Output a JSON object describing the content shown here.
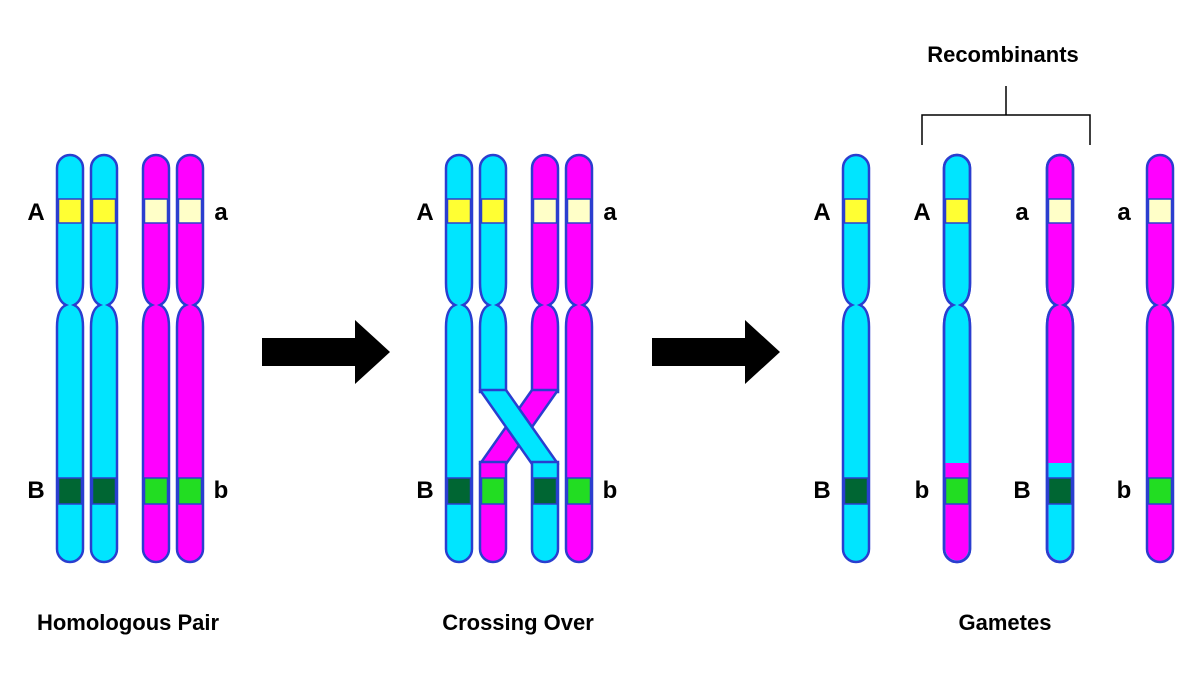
{
  "colors": {
    "maternal": "#00e5ff",
    "paternal": "#ff00ff",
    "outline": "#2a3ecf",
    "band_A": "#ffff33",
    "band_a": "#ffffc8",
    "band_B": "#006633",
    "band_b": "#22dd22",
    "arrow": "#000000"
  },
  "panels": {
    "homologous": {
      "caption": "Homologous Pair",
      "label_A": "A",
      "label_a": "a",
      "label_B": "B",
      "label_b": "b"
    },
    "crossing": {
      "caption": "Crossing Over",
      "label_A": "A",
      "label_a": "a",
      "label_B": "B",
      "label_b": "b"
    },
    "gametes": {
      "caption": "Gametes",
      "recombinants_label": "Recombinants",
      "g1": {
        "top": "A",
        "bottom": "B"
      },
      "g2": {
        "top": "A",
        "bottom": "b"
      },
      "g3": {
        "top": "a",
        "bottom": "B"
      },
      "g4": {
        "top": "a",
        "bottom": "b"
      }
    }
  }
}
